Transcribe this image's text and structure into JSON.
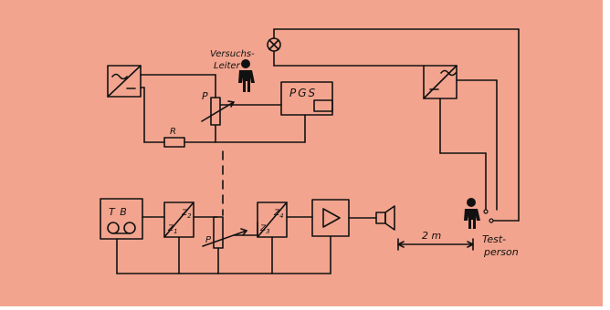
{
  "colors": {
    "background": "#f2a48e",
    "ink": "#111111",
    "page": "#ffffff"
  },
  "labels": {
    "versuchsleiter_line1": "Versuchs-",
    "versuchsleiter_line2": "Leiter",
    "pgs": "PGS",
    "p_top": "P",
    "r": "R",
    "tb": "T B",
    "z2_top": "Z",
    "z2_top_sub": "2",
    "z1_top": "Z",
    "z1_top_sub": "1",
    "p_bottom": "P",
    "z4": "Z",
    "z4_sub": "4",
    "z3": "Z",
    "z3_sub": "3",
    "distance": "2 m",
    "testperson_line1": "Test-",
    "testperson_line2": "person"
  },
  "icons": {
    "converter_left": "ac-dc-converter-icon",
    "converter_right": "dc-ac-converter-icon",
    "lamp": "lamp-icon",
    "potentiometer": "potentiometer-icon",
    "resistor": "resistor-icon",
    "tape_recorder": "tape-recorder-icon",
    "amplifier": "amplifier-icon",
    "speaker": "loudspeaker-icon",
    "person": "person-icon"
  }
}
